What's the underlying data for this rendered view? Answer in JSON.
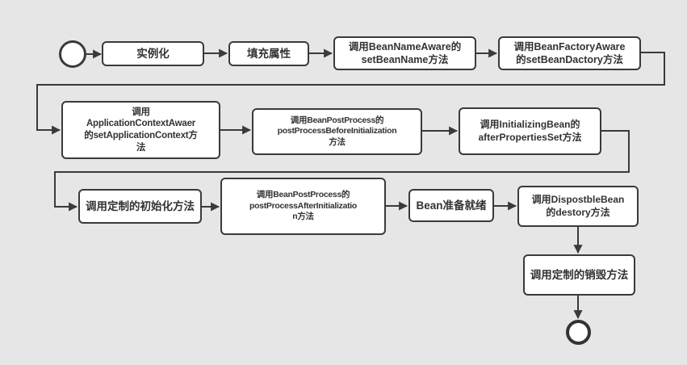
{
  "diagram": {
    "type": "flowchart",
    "colors": {
      "background": "#e6e6e6",
      "node_fill": "#ffffff",
      "stroke": "#3a3a3a",
      "text": "#333333"
    },
    "nodes": [
      {
        "id": "start",
        "kind": "start-circle",
        "label": ""
      },
      {
        "id": "instantiate",
        "kind": "process",
        "label": "实例化"
      },
      {
        "id": "populate-properties",
        "kind": "process",
        "label": "填充属性"
      },
      {
        "id": "bean-name-aware",
        "kind": "process",
        "label": "调用BeanNameAware的\nsetBeanName方法"
      },
      {
        "id": "bean-factory-aware",
        "kind": "process",
        "label": "调用BeanFactoryAware\n的setBeanDactory方法"
      },
      {
        "id": "application-context-aware",
        "kind": "process",
        "label": "调用\nApplicationContextAwaer\n的setApplicationContext方\n法"
      },
      {
        "id": "post-process-before-init",
        "kind": "process",
        "label": "调用BeanPostProcess的\npostProcessBeforeInitialization\n方法"
      },
      {
        "id": "initializing-bean",
        "kind": "process",
        "label": "调用InitializingBean的\nafterPropertiesSet方法"
      },
      {
        "id": "custom-init",
        "kind": "process",
        "label": "调用定制的初始化方法"
      },
      {
        "id": "post-process-after-init",
        "kind": "process",
        "label": "调用BeanPostProcess的\npostProcessAfterInitializatio\nn方法"
      },
      {
        "id": "bean-ready",
        "kind": "process",
        "label": "Bean准备就绪"
      },
      {
        "id": "disposable-bean",
        "kind": "process",
        "label": "调用DispostbleBean\n的destory方法"
      },
      {
        "id": "custom-destroy",
        "kind": "process",
        "label": "调用定制的销毁方法"
      },
      {
        "id": "end",
        "kind": "end-circle",
        "label": ""
      }
    ],
    "edges": [
      {
        "from": "start",
        "to": "instantiate"
      },
      {
        "from": "instantiate",
        "to": "populate-properties"
      },
      {
        "from": "populate-properties",
        "to": "bean-name-aware"
      },
      {
        "from": "bean-name-aware",
        "to": "bean-factory-aware"
      },
      {
        "from": "bean-factory-aware",
        "to": "application-context-aware"
      },
      {
        "from": "application-context-aware",
        "to": "post-process-before-init"
      },
      {
        "from": "post-process-before-init",
        "to": "initializing-bean"
      },
      {
        "from": "initializing-bean",
        "to": "custom-init"
      },
      {
        "from": "custom-init",
        "to": "post-process-after-init"
      },
      {
        "from": "post-process-after-init",
        "to": "bean-ready"
      },
      {
        "from": "bean-ready",
        "to": "disposable-bean"
      },
      {
        "from": "disposable-bean",
        "to": "custom-destroy"
      },
      {
        "from": "custom-destroy",
        "to": "end"
      }
    ]
  }
}
